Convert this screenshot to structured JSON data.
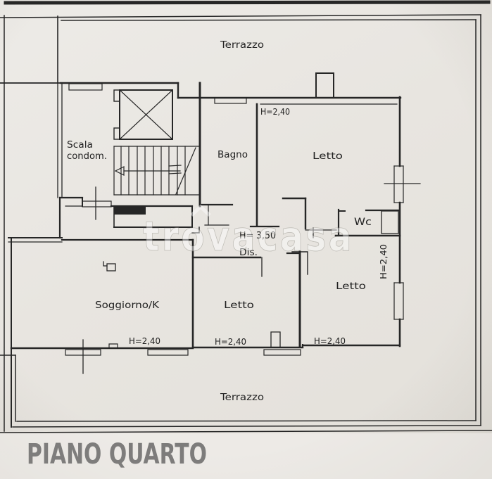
{
  "caption": {
    "title": "PIANO QUARTO"
  },
  "watermark": {
    "text": "trovacasa",
    "icon": "house-roof-icon"
  },
  "colors": {
    "paper": "#e8e5e0",
    "ink": "#262626",
    "caption_ink": "#1b1b1b",
    "watermark": "#ffffff"
  },
  "plan": {
    "rooms": {
      "terrazzo_top": {
        "label": "Terrazzo"
      },
      "terrazzo_bottom": {
        "label": "Terrazzo"
      },
      "scala": {
        "label_line1": "Scala",
        "label_line2": "condom."
      },
      "bagno": {
        "label": "Bagno"
      },
      "letto_top_right": {
        "label": "Letto",
        "height": "H=2,40"
      },
      "wc": {
        "label": "Wc"
      },
      "disimpegno": {
        "label": "Dis.",
        "height": "H= 3,50"
      },
      "soggiorno": {
        "label": "Soggiorno/K",
        "height": "H=2,40"
      },
      "letto_center": {
        "label": "Letto",
        "height": "H=2,40"
      },
      "letto_right": {
        "label": "Letto",
        "height": "H=2,40",
        "height_side": "H=2,40"
      }
    }
  }
}
